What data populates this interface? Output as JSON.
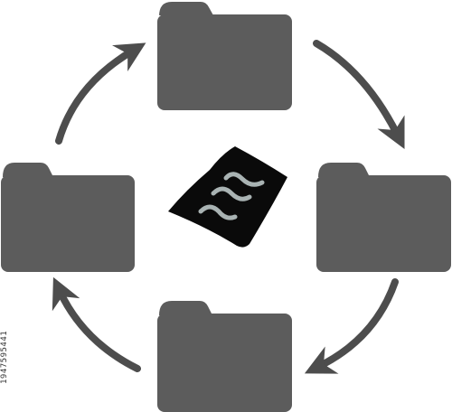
{
  "diagram": {
    "type": "cycle",
    "nodes": [
      {
        "id": "folder-top",
        "icon": "folder-icon"
      },
      {
        "id": "folder-right",
        "icon": "folder-icon"
      },
      {
        "id": "folder-bottom",
        "icon": "folder-icon"
      },
      {
        "id": "folder-left",
        "icon": "folder-icon"
      },
      {
        "id": "document-center",
        "icon": "document-icon"
      }
    ],
    "flow": [
      "folder-top",
      "folder-right",
      "folder-bottom",
      "folder-left",
      "folder-top"
    ],
    "direction": "clockwise"
  },
  "colors": {
    "folder": "#5c5c5c",
    "arrow": "#4d4d4d",
    "document": "#0a0a0a",
    "document_lines": "#a9b3b3",
    "background": "#ffffff"
  },
  "watermark": {
    "stock_id": "1947595441"
  }
}
